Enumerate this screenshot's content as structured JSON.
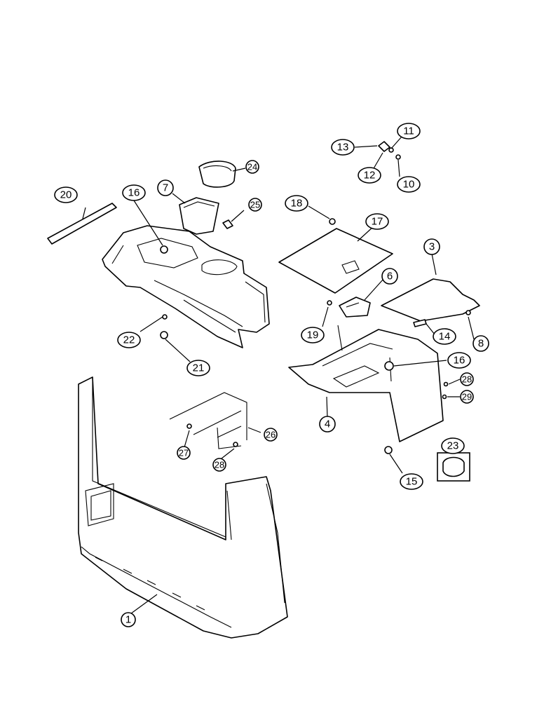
{
  "diagram": {
    "callouts": [
      {
        "id": "c1",
        "label": "1"
      },
      {
        "id": "c3",
        "label": "3"
      },
      {
        "id": "c4",
        "label": "4"
      },
      {
        "id": "c6",
        "label": "6"
      },
      {
        "id": "c7",
        "label": "7"
      },
      {
        "id": "c8",
        "label": "8"
      },
      {
        "id": "c10",
        "label": "10"
      },
      {
        "id": "c11",
        "label": "11"
      },
      {
        "id": "c12",
        "label": "12"
      },
      {
        "id": "c13",
        "label": "13"
      },
      {
        "id": "c14",
        "label": "14"
      },
      {
        "id": "c15",
        "label": "15"
      },
      {
        "id": "c16a",
        "label": "16"
      },
      {
        "id": "c16b",
        "label": "16"
      },
      {
        "id": "c17",
        "label": "17"
      },
      {
        "id": "c18",
        "label": "18"
      },
      {
        "id": "c19",
        "label": "19"
      },
      {
        "id": "c20",
        "label": "20"
      },
      {
        "id": "c21",
        "label": "21"
      },
      {
        "id": "c22",
        "label": "22"
      },
      {
        "id": "c23",
        "label": "23"
      },
      {
        "id": "c24",
        "label": "24"
      },
      {
        "id": "c25",
        "label": "25"
      },
      {
        "id": "c26",
        "label": "26"
      },
      {
        "id": "c27",
        "label": "27"
      },
      {
        "id": "c28a",
        "label": "28"
      },
      {
        "id": "c28b",
        "label": "28"
      },
      {
        "id": "c29",
        "label": "29"
      }
    ]
  }
}
